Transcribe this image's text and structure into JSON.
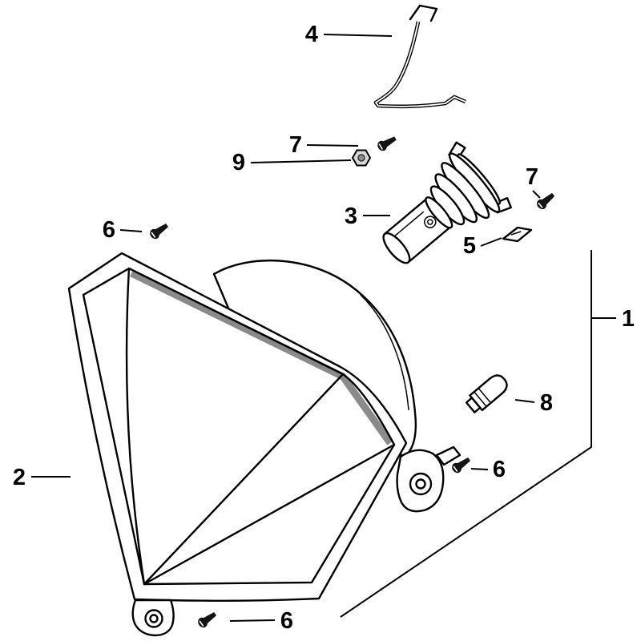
{
  "figure": {
    "kind": "exploded-parts-diagram",
    "background_color": "#ffffff",
    "line_color": "#000000",
    "shade_color": "#8a8a8a",
    "callouts": {
      "part1": {
        "label": "1"
      },
      "part2": {
        "label": "2"
      },
      "part3": {
        "label": "3"
      },
      "part4": {
        "label": "4"
      },
      "part5": {
        "label": "5"
      },
      "part6_left": {
        "label": "6"
      },
      "part6_right": {
        "label": "6"
      },
      "part6_bottom": {
        "label": "6"
      },
      "part7_top": {
        "label": "7"
      },
      "part7_right": {
        "label": "7"
      },
      "part8": {
        "label": "8"
      },
      "part9": {
        "label": "9"
      }
    }
  }
}
